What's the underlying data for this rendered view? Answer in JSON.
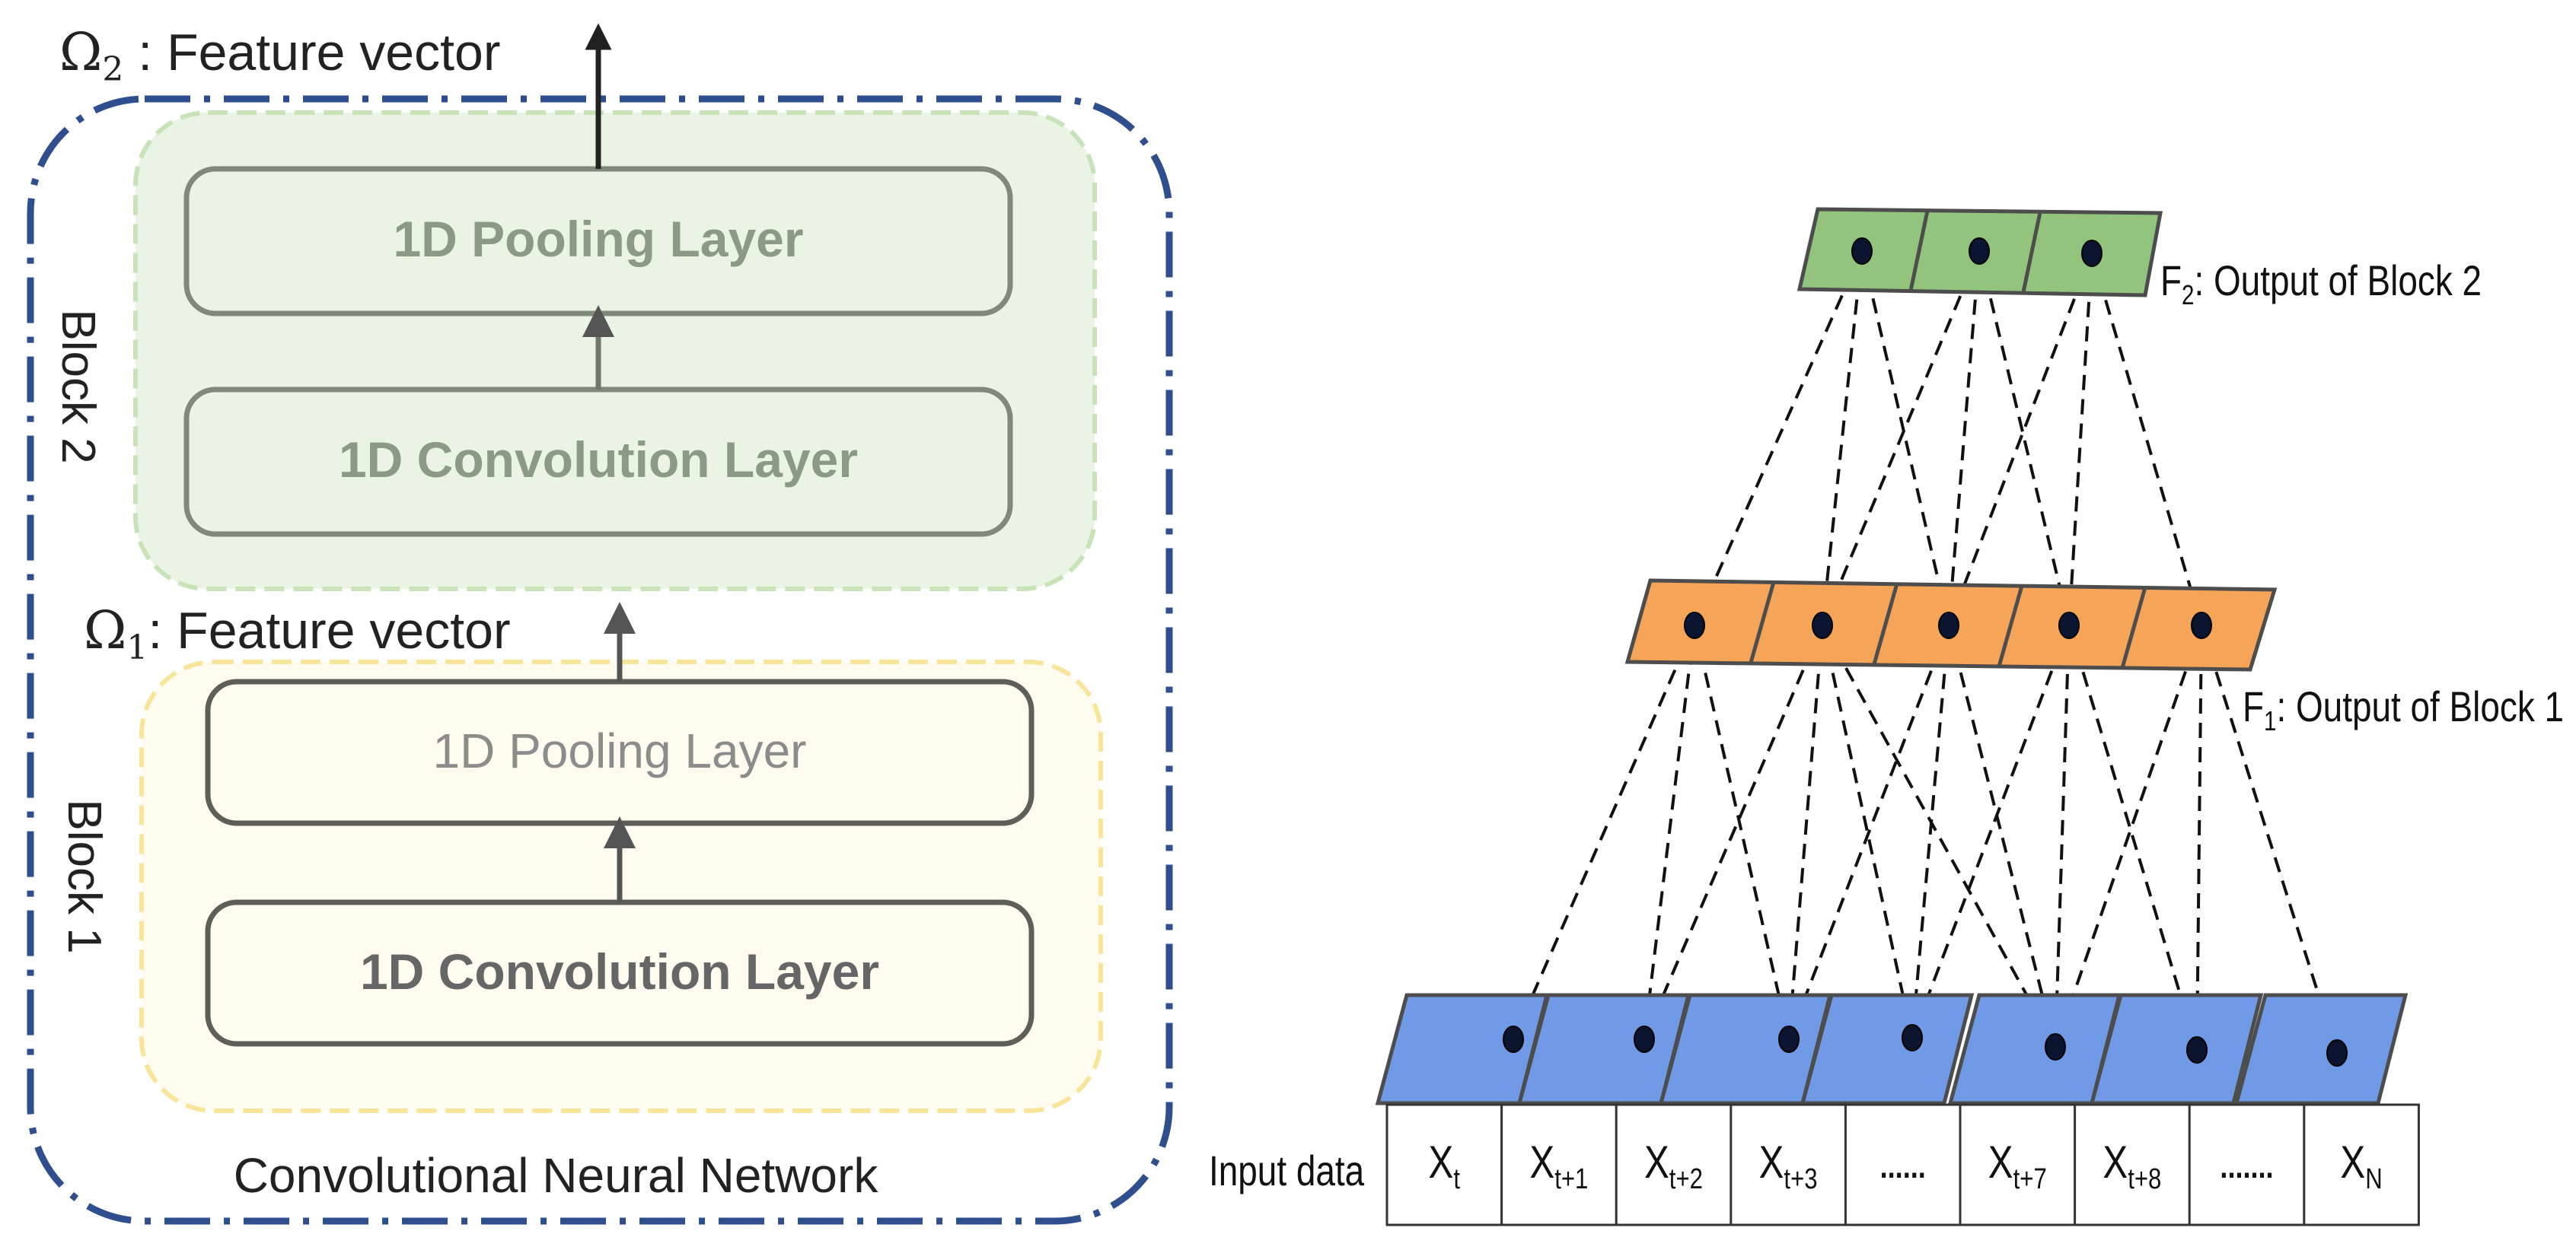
{
  "left_panel": {
    "outer_label": "Convolutional Neural Network",
    "omega2": {
      "symbol": "Ω",
      "subscript": "2",
      "text": " : Feature vector"
    },
    "omega1": {
      "symbol": "Ω",
      "subscript": "1",
      "text": ": Feature vector"
    },
    "block2": {
      "label": "Block 2",
      "pooling_label": "1D Pooling Layer",
      "conv_label": "1D Convolution Layer"
    },
    "block1": {
      "label": "Block 1",
      "pooling_label": "1D Pooling Layer",
      "conv_label": "1D Convolution Layer"
    }
  },
  "right_panel": {
    "f2_label": {
      "letter": "F",
      "subscript": "2",
      "text": ": Output of Block 2"
    },
    "f1_label": {
      "letter": "F",
      "subscript": "1",
      "text": ": Output of Block 1"
    },
    "input_label": "Input data",
    "input_cells": [
      {
        "base": "X",
        "sub": "t"
      },
      {
        "base": "X",
        "sub": "t+1"
      },
      {
        "base": "X",
        "sub": "t+2"
      },
      {
        "base": "X",
        "sub": "t+3"
      },
      {
        "base": "......",
        "sub": ""
      },
      {
        "base": "X",
        "sub": "t+7"
      },
      {
        "base": "X",
        "sub": "t+8"
      },
      {
        "base": ".......",
        "sub": ""
      },
      {
        "base": "X",
        "sub": "N"
      }
    ]
  },
  "colors": {
    "outer_border": "#2f4e8e",
    "block2_fill": "#e9f4e4",
    "block2_border": "#c8e3b8",
    "block1_fill": "#fffbef",
    "block1_border": "#f9e59a",
    "layer_border": "#7f8a7a",
    "block2_text": "#8a9a86",
    "block1_pool_text": "#8c8c8c",
    "block1_conv_text": "#666666",
    "green_cell": "#93c47d",
    "orange_cell": "#f6a458",
    "blue_cell": "#709ae5"
  }
}
